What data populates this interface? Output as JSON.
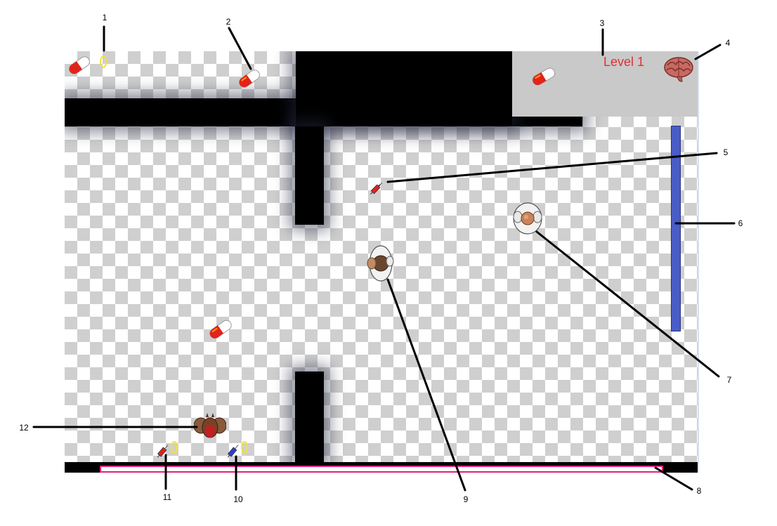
{
  "hud": {
    "level_label": "Level 1",
    "brain_icon": "brain-icon"
  },
  "meters": {
    "health_bar_color": "#e0227a",
    "energy_bar_color": "#4a5cc8"
  },
  "inventory": {
    "pill_icon": "pill-capsule-icon",
    "red_syringe_icon": "red-syringe-icon",
    "blue_syringe_icon": "blue-syringe-icon",
    "ring_icon": "gold-ring-icon"
  },
  "characters": {
    "player": "player-topdown",
    "doctor": "doctor-topdown",
    "creature": "creature-topdown"
  },
  "annotations": [
    "1",
    "2",
    "3",
    "4",
    "5",
    "6",
    "7",
    "8",
    "9",
    "10",
    "11",
    "12"
  ]
}
